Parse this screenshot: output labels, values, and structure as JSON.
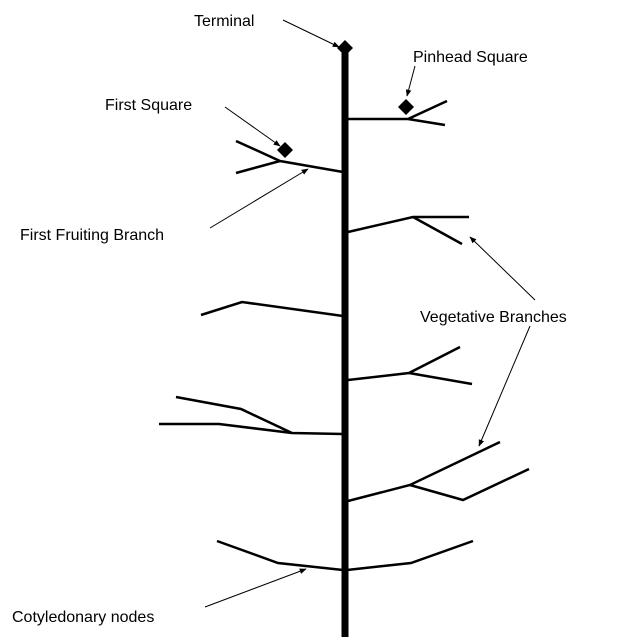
{
  "labels": {
    "terminal": "Terminal",
    "pinhead_square": "Pinhead Square",
    "first_square": "First Square",
    "first_fruiting_branch": "First Fruiting Branch",
    "vegetative_branches": "Vegetative Branches",
    "cotyledonary_nodes": "Cotyledonary nodes"
  },
  "colors": {
    "ink": "#000000",
    "background": "#ffffff"
  }
}
